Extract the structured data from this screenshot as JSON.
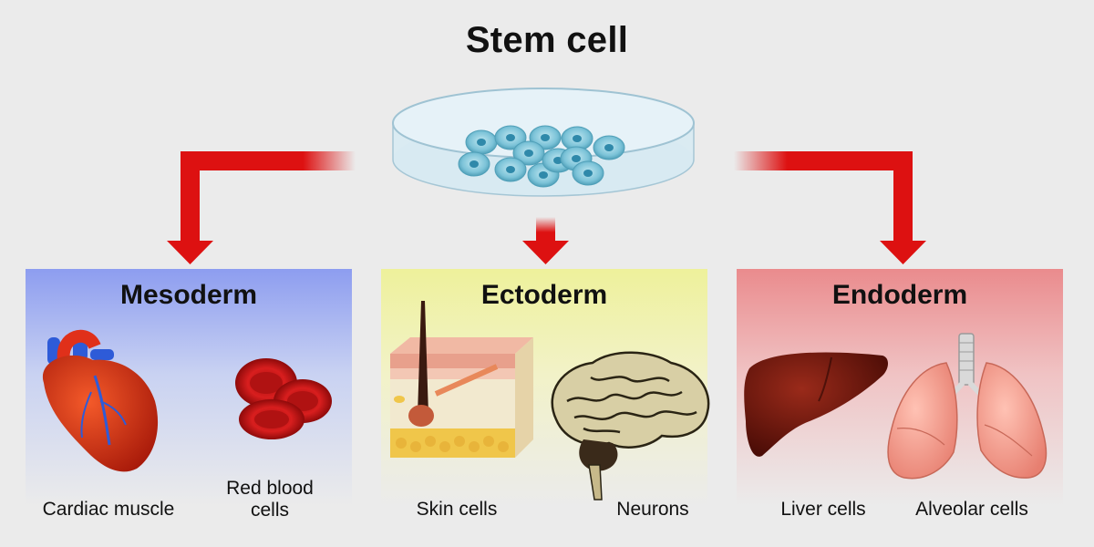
{
  "title": "Stem cell",
  "layers": [
    {
      "name": "Mesoderm",
      "cells": [
        "Cardiac muscle",
        "Red blood cells"
      ],
      "color": "#8d9df0"
    },
    {
      "name": "Ectoderm",
      "cells": [
        "Skin cells",
        "Neurons"
      ],
      "color": "#eef19b"
    },
    {
      "name": "Endoderm",
      "cells": [
        "Liver cells",
        "Alveolar cells"
      ],
      "color": "#ea8b8d"
    }
  ],
  "arrow_color": "#dd1111",
  "icons": [
    "petri-dish-icon",
    "heart-icon",
    "red-blood-cells-icon",
    "skin-section-icon",
    "brain-icon",
    "liver-icon",
    "lungs-icon"
  ]
}
